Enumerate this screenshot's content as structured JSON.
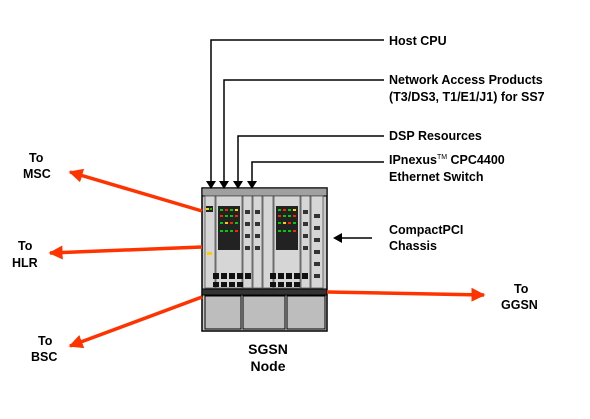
{
  "callouts": {
    "host_cpu": "Host CPU",
    "network_access_line1": "Network Access Products",
    "network_access_line2": "(T3/DS3, T1/E1/J1) for SS7",
    "dsp_resources": "DSP Resources",
    "ethernet_switch_prefix": "IPnexus",
    "ethernet_switch_tm": "TM",
    "ethernet_switch_suffix": " CPC4400",
    "ethernet_switch_line2": "Ethernet Switch",
    "chassis_line1": "CompactPCI",
    "chassis_line2": "Chassis"
  },
  "node": {
    "line1": "SGSN",
    "line2": "Node"
  },
  "links": {
    "msc_to": "To",
    "msc": "MSC",
    "hlr_to": "To",
    "hlr": "HLR",
    "bsc_to": "To",
    "bsc": "BSC",
    "ggsn_to": "To",
    "ggsn": "GGSN"
  },
  "colors": {
    "arrow_red": "#ff3300",
    "chassis_gray": "#c8c8c8",
    "led_green": "#00cc00",
    "led_red": "#ff2200",
    "led_yellow": "#ffcc00"
  }
}
